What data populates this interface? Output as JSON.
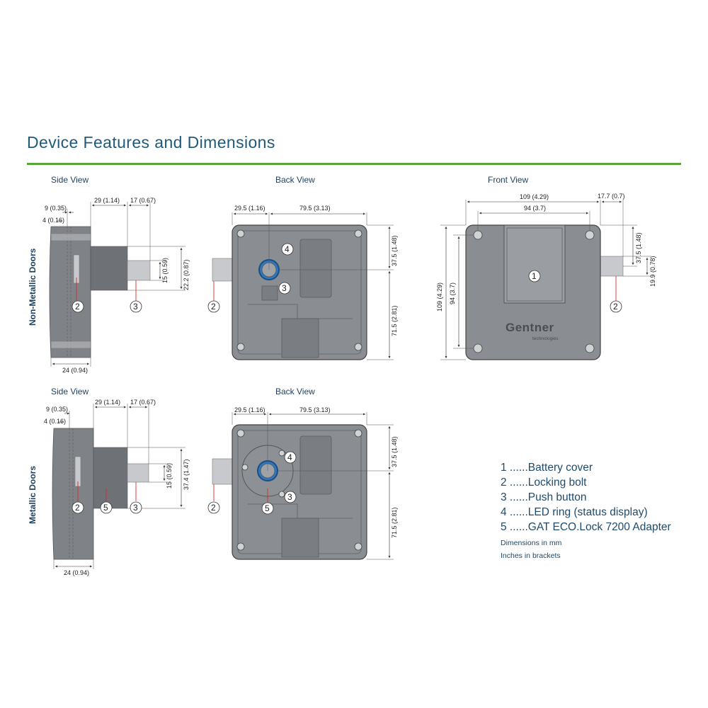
{
  "header": {
    "title": "Device Features and Dimensions",
    "accent_color": "#5aa53a",
    "title_color": "#1f5a7a"
  },
  "views": {
    "side": "Side View",
    "back": "Back View",
    "front": "Front View"
  },
  "rows": {
    "non_metallic": "Non-Metallic Doors",
    "metallic": "Metallic Doors"
  },
  "dimensions": {
    "d9": "9 (0.35)",
    "d4": "4 (0.16)",
    "d29": "29 (1.14)",
    "d17": "17 (0.67)",
    "d15": "15 (0.59)",
    "d22": "22.2 (0.87)",
    "d37_4": "37.4 (1.47)",
    "d24": "24 (0.94)",
    "d29_5": "29.5 (1.16)",
    "d79_5": "79.5 (3.13)",
    "d37_5": "37.5 (1.48)",
    "d71_5": "71.5 (2.81)",
    "d109": "109 (4.29)",
    "d94": "94 (3.7)",
    "d17_7": "17.7 (0.7)",
    "d19_9": "19.9 (0.78)"
  },
  "callouts": {
    "c1": "1",
    "c2": "2",
    "c3": "3",
    "c4": "4",
    "c5": "5"
  },
  "brand": {
    "name": "Gentner",
    "sub": "technologies"
  },
  "legend": {
    "items": [
      "1 ......Battery cover",
      "2 ......Locking bolt",
      "3 ......Push button",
      "4 ......LED ring (status display)",
      "5 ......GAT ECO.Lock 7200 Adapter"
    ],
    "note1": "Dimensions in mm",
    "note2": "Inches in brackets"
  }
}
